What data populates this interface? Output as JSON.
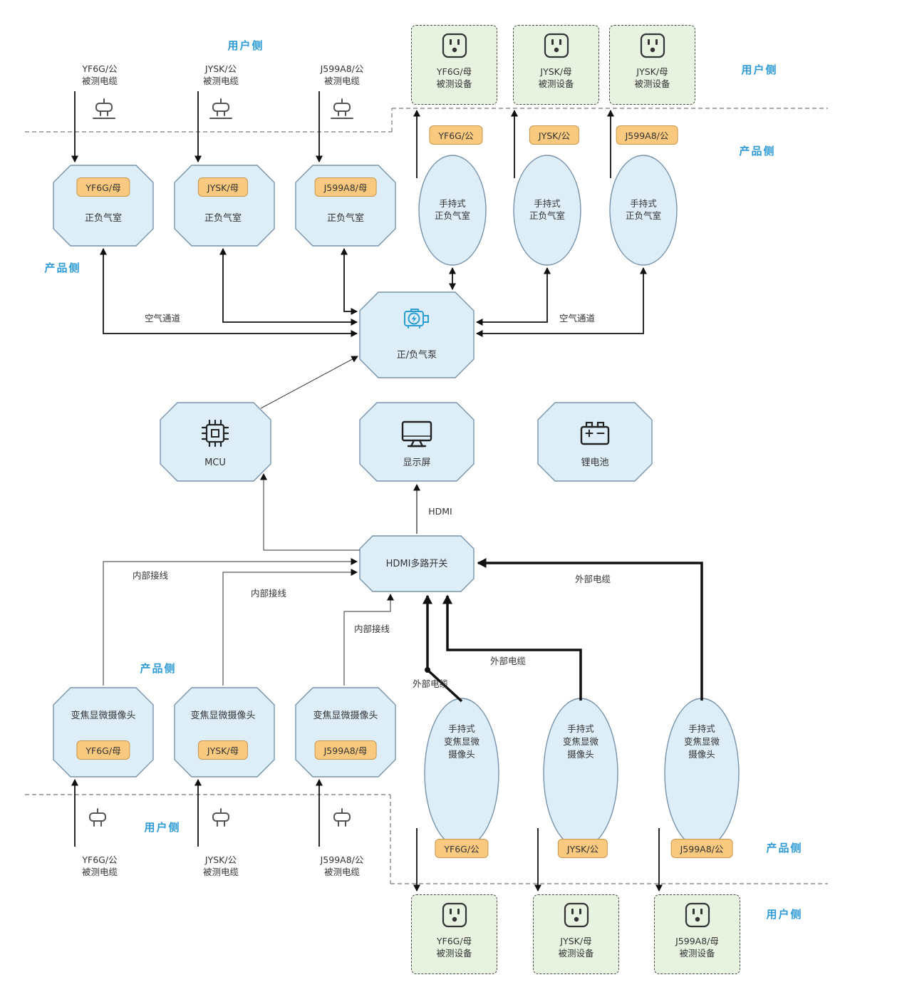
{
  "labels": {
    "user_side": "用户侧",
    "product_side": "产品侧",
    "air_channel": "空气通道",
    "hdmi": "HDMI",
    "internal_wiring": "内部接线",
    "external_cable": "外部电缆"
  },
  "nodes": {
    "pump": {
      "label": "正/负气泵"
    },
    "mcu": {
      "label": "MCU"
    },
    "display": {
      "label": "显示屏"
    },
    "battery": {
      "label": "锂电池"
    },
    "hdmi_switch": {
      "label": "HDMI多路开关"
    }
  },
  "top_left": {
    "cables": [
      {
        "name": "YF6G/公",
        "desc": "被测电缆"
      },
      {
        "name": "JYSK/公",
        "desc": "被测电缆"
      },
      {
        "name": "J599A8/公",
        "desc": "被测电缆"
      }
    ],
    "chambers": [
      {
        "tag": "YF6G/母",
        "label": "正负气室"
      },
      {
        "tag": "JYSK/母",
        "label": "正负气室"
      },
      {
        "tag": "J599A8/母",
        "label": "正负气室"
      }
    ]
  },
  "top_right": {
    "devices": [
      {
        "name": "YF6G/母",
        "desc": "被测设备"
      },
      {
        "name": "JYSK/母",
        "desc": "被测设备"
      },
      {
        "name": "JYSK/母",
        "desc": "被测设备"
      }
    ],
    "tags": [
      "YF6G/公",
      "JYSK/公",
      "J599A8/公"
    ],
    "handheld_chambers": [
      {
        "line1": "手持式",
        "line2": "正负气室"
      },
      {
        "line1": "手持式",
        "line2": "正负气室"
      },
      {
        "line1": "手持式",
        "line2": "正负气室"
      }
    ]
  },
  "bottom_left": {
    "cameras": [
      {
        "label": "变焦显微摄像头",
        "tag": "YF6G/母"
      },
      {
        "label": "变焦显微摄像头",
        "tag": "JYSK/母"
      },
      {
        "label": "变焦显微摄像头",
        "tag": "J599A8/母"
      }
    ],
    "cables": [
      {
        "name": "YF6G/公",
        "desc": "被测电缆"
      },
      {
        "name": "JYSK/公",
        "desc": "被测电缆"
      },
      {
        "name": "J599A8/公",
        "desc": "被测电缆"
      }
    ]
  },
  "bottom_right": {
    "handheld_cameras": [
      {
        "line1": "手持式",
        "line2": "变焦显微",
        "line3": "摄像头"
      },
      {
        "line1": "手持式",
        "line2": "变焦显微",
        "line3": "摄像头"
      },
      {
        "line1": "手持式",
        "line2": "变焦显微",
        "line3": "摄像头"
      }
    ],
    "tags": [
      "YF6G/公",
      "JYSK/公",
      "J599A8/公"
    ],
    "devices": [
      {
        "name": "YF6G/母",
        "desc": "被测设备"
      },
      {
        "name": "JYSK/母",
        "desc": "被测设备"
      },
      {
        "name": "J599A8/母",
        "desc": "被测设备"
      }
    ]
  },
  "icons": {
    "plug": "plug-icon",
    "socket": "socket-icon",
    "pump": "pump-icon",
    "mcu_chip": "chip-icon",
    "display": "monitor-icon",
    "battery": "battery-icon"
  },
  "colors": {
    "node_fill": "#ddeef9",
    "node_border": "#7793ab",
    "tag_fill": "#f8c97e",
    "tag_border": "#c9974b",
    "device_fill": "#e7f2e1",
    "accent_blue": "#2e9bd6",
    "pump_icon_blue": "#2b9dd1"
  }
}
